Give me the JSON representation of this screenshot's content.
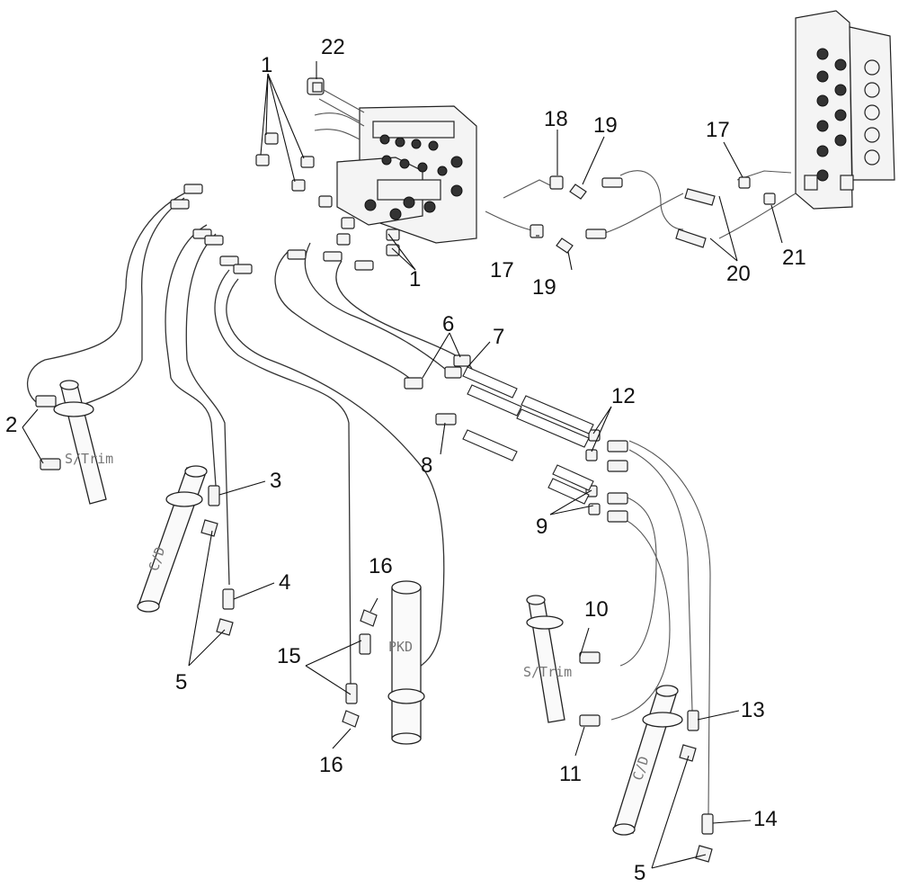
{
  "callouts": {
    "c1a": "1",
    "c1b": "1",
    "c2": "2",
    "c3": "3",
    "c4": "4",
    "c5a": "5",
    "c5b": "5",
    "c6": "6",
    "c7": "7",
    "c8": "8",
    "c9": "9",
    "c10": "10",
    "c11": "11",
    "c12": "12",
    "c13": "13",
    "c14": "14",
    "c15": "15",
    "c16a": "16",
    "c16b": "16",
    "c17a": "17",
    "c17b": "17",
    "c18": "18",
    "c19a": "19",
    "c19b": "19",
    "c20": "20",
    "c21": "21",
    "c22": "22"
  },
  "cylinder_labels": {
    "strim_left": "S/Trim",
    "cd_left": "C/D",
    "pkd": "PKD",
    "strim_right": "S/Trim",
    "cd_right": "C/D"
  }
}
